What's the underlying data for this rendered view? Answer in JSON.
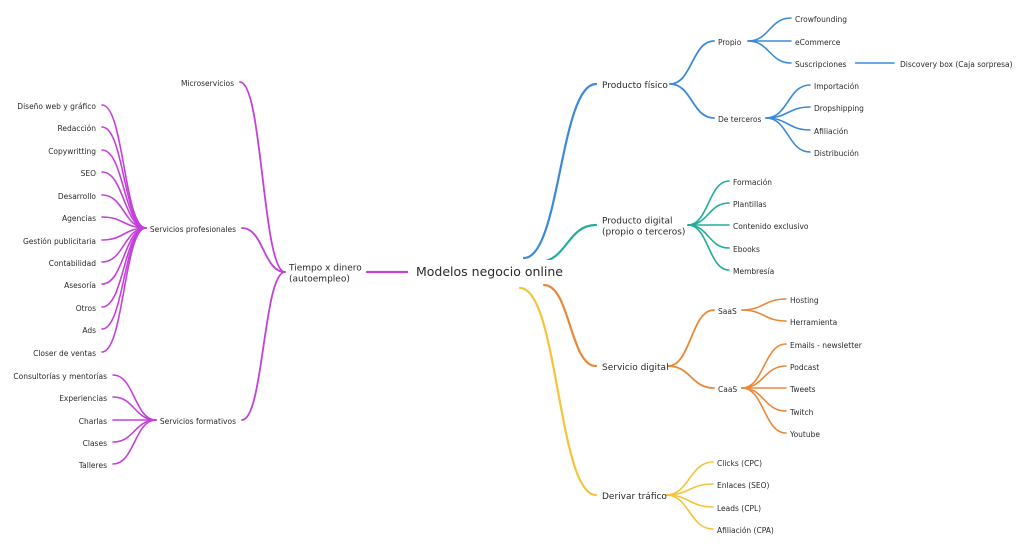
{
  "root": "Modelos negocio online",
  "colors": {
    "purple": "#c341d8",
    "blue": "#3a8ad9",
    "teal": "#23ad9a",
    "orange": "#e8893a",
    "yellow": "#f2c53a",
    "text": "#2b2b2b"
  },
  "branches": [
    {
      "label": "Tiempo x dinero\n(autoempleo)",
      "color": "#c341d8",
      "children": [
        {
          "label": "Microservicios"
        },
        {
          "label": "Servicios profesionales",
          "children": [
            {
              "label": "Diseño web y gráfico"
            },
            {
              "label": "Redacción"
            },
            {
              "label": "Copywritting"
            },
            {
              "label": "SEO"
            },
            {
              "label": "Desarrollo"
            },
            {
              "label": "Agencias"
            },
            {
              "label": "Gestión publicitaria"
            },
            {
              "label": "Contabilidad"
            },
            {
              "label": "Asesoría"
            },
            {
              "label": "Otros"
            },
            {
              "label": "Ads"
            },
            {
              "label": "Closer de ventas"
            }
          ]
        },
        {
          "label": "Servicios formativos",
          "children": [
            {
              "label": "Consultorías y mentorías"
            },
            {
              "label": "Experiencias"
            },
            {
              "label": "Charlas"
            },
            {
              "label": "Clases"
            },
            {
              "label": "Talleres"
            }
          ]
        }
      ]
    },
    {
      "label": "Producto físico",
      "color": "#3a8ad9",
      "children": [
        {
          "label": "Propio",
          "children": [
            {
              "label": "Crowfounding"
            },
            {
              "label": "eCommerce"
            },
            {
              "label": "Suscripciones",
              "children": [
                {
                  "label": "Discovery box (Caja sorpresa)"
                }
              ]
            }
          ]
        },
        {
          "label": "De terceros",
          "children": [
            {
              "label": "Importación"
            },
            {
              "label": "Dropshipping"
            },
            {
              "label": "Afiliación"
            },
            {
              "label": "Distribución"
            }
          ]
        }
      ]
    },
    {
      "label": "Producto digital\n(propio o terceros)",
      "color": "#23ad9a",
      "children": [
        {
          "label": "Formación"
        },
        {
          "label": "Plantillas"
        },
        {
          "label": "Contenido exclusivo"
        },
        {
          "label": "Ebooks"
        },
        {
          "label": "Membresía"
        }
      ]
    },
    {
      "label": "Servicio digital",
      "color": "#e8893a",
      "children": [
        {
          "label": "SaaS",
          "children": [
            {
              "label": "Hosting"
            },
            {
              "label": "Herramienta"
            }
          ]
        },
        {
          "label": "CaaS",
          "children": [
            {
              "label": "Emails - newsletter"
            },
            {
              "label": "Podcast"
            },
            {
              "label": "Tweets"
            },
            {
              "label": "Twitch"
            },
            {
              "label": "Youtube"
            }
          ]
        }
      ]
    },
    {
      "label": "Derivar tráfico",
      "color": "#f2c53a",
      "children": [
        {
          "label": "Clicks (CPC)"
        },
        {
          "label": "Enlaces (SEO)"
        },
        {
          "label": "Leads (CPL)"
        },
        {
          "label": "Afiliación (CPA)"
        }
      ]
    }
  ]
}
